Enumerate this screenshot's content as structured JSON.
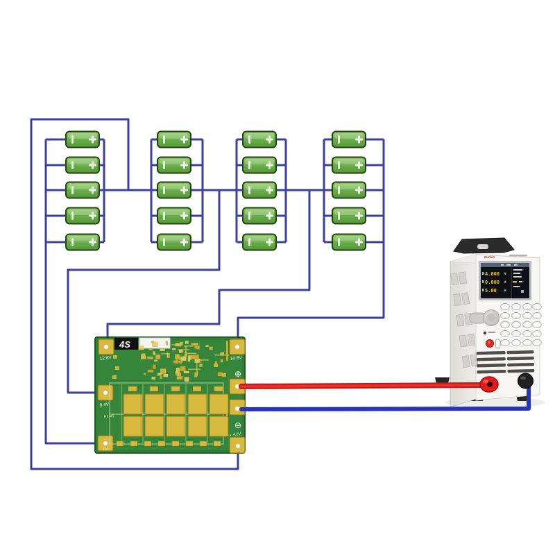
{
  "page": {
    "description": "Wiring diagram of a 4S5P lithium battery pack connected to a 4S BMS protection board and a bench electronic load"
  },
  "battery_pack": {
    "groups": 4,
    "cells_per_group": 5
  },
  "bms": {
    "tag_label": "4S",
    "model_silkscreen": "HX-4S",
    "pad_labels": {
      "top_left": "12.6V",
      "mid_left": "8.4V",
      "bottom_left": "0V",
      "top_right": "16.8V",
      "bottom_right": "4.2V"
    },
    "markers": {
      "plus": "⊕",
      "minus": "⊖",
      "triangle": "▲"
    }
  },
  "instrument": {
    "brand": "Kunkin",
    "screen_readings": [
      "4.000",
      "0.000",
      "5.00"
    ],
    "screen_units": [
      "V",
      "A",
      "W"
    ]
  },
  "colors": {
    "balance_wire": "#3b3f9e",
    "positive_wire": "#cd1515",
    "positive_wire_sheen": "#ef3b2d",
    "negative_wire": "#2733bd",
    "battery_green": "#6fb34f",
    "pcb_green": "#35853a",
    "pad_gold": "#d7b93e"
  }
}
